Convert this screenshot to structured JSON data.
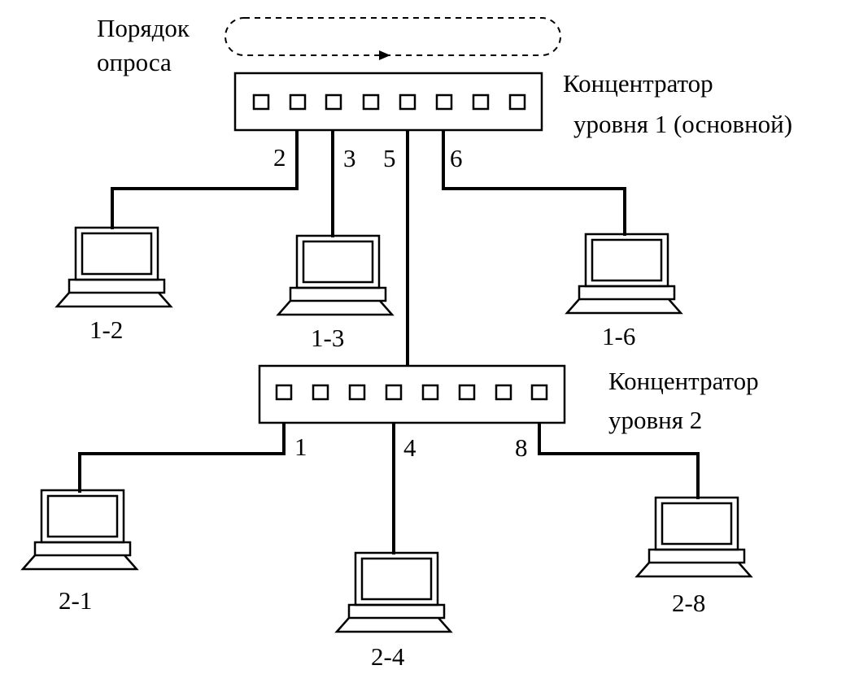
{
  "poll_order": {
    "line1": "Порядок",
    "line2": "опроса"
  },
  "hub_level1": {
    "label_line1": "Концентратор",
    "label_line2": "уровня 1 (основной)",
    "port_count": 8,
    "connected_ports": [
      "2",
      "3",
      "5",
      "6"
    ]
  },
  "hub_level2": {
    "label_line1": "Концентратор",
    "label_line2": "уровня 2",
    "port_count": 8,
    "connected_ports": [
      "1",
      "4",
      "8"
    ]
  },
  "computers": [
    "1-2",
    "1-3",
    "1-6",
    "2-1",
    "2-4",
    "2-8"
  ]
}
